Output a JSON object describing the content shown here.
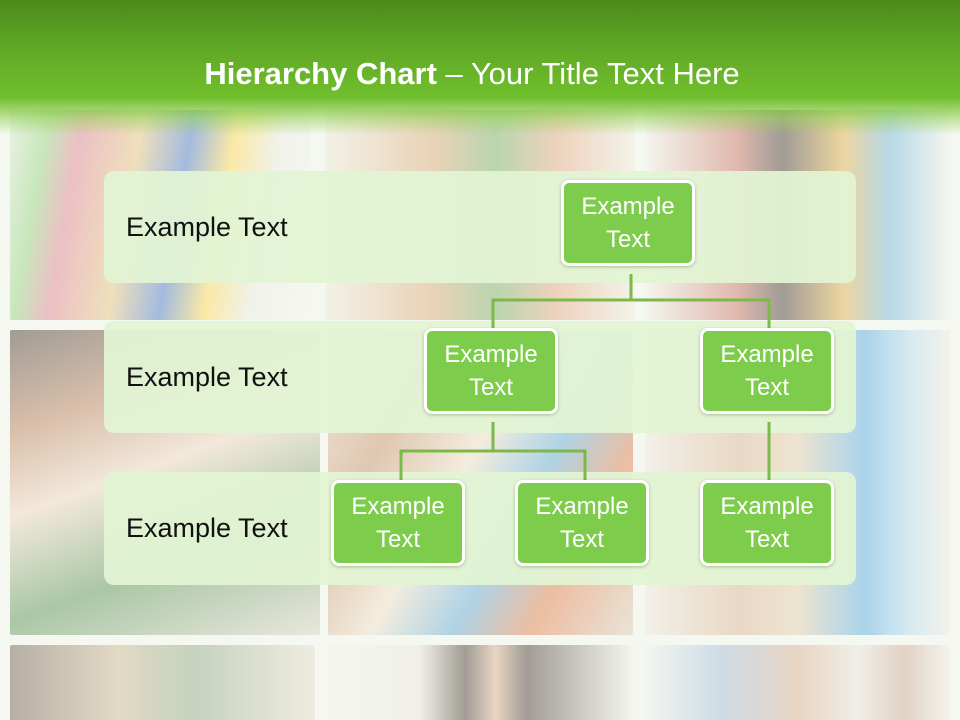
{
  "slide": {
    "title_bold": "Hierarchy Chart",
    "title_rest": " – Your Title Text Here"
  },
  "rows": [
    {
      "label": "Example Text"
    },
    {
      "label": "Example Text"
    },
    {
      "label": "Example Text"
    }
  ],
  "nodes": {
    "root": "Example\nText",
    "level2_left": "Example\nText",
    "level2_right": "Example\nText",
    "level3_a": "Example\nText",
    "level3_b": "Example\nText",
    "level3_c": "Example\nText"
  },
  "colors": {
    "header_green": "#5fa825",
    "node_fill": "#7dcc4c",
    "band_fill": "#e2f4d4",
    "connector": "#7db84a"
  }
}
